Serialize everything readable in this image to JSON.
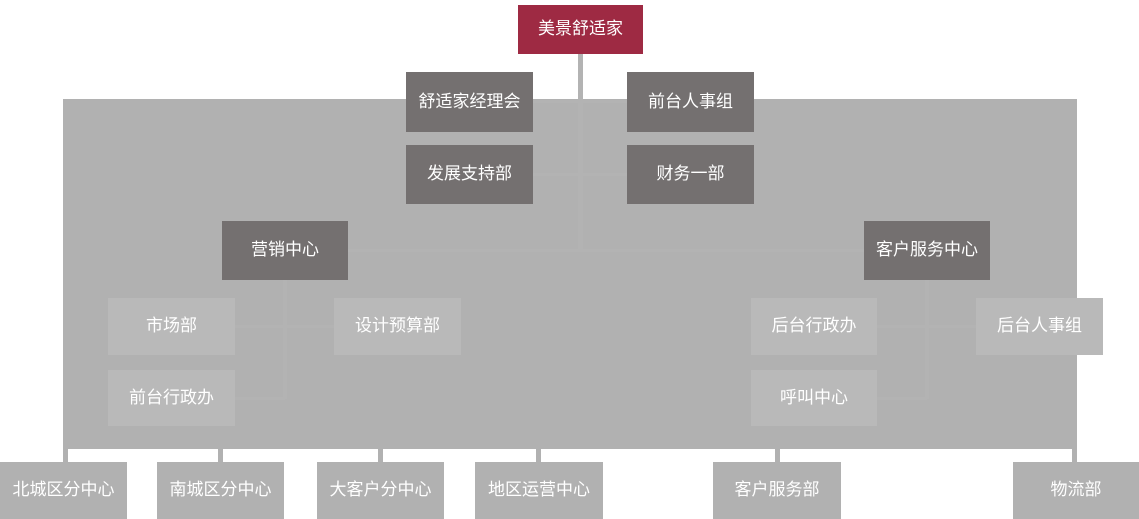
{
  "colors": {
    "page_bg": "#ffffff",
    "panel_bg": "#b1b1b1",
    "root_box": "#9e2a43",
    "dark_box": "#747070",
    "light_box": "#b9b9b9",
    "bottom_box": "#b1b1b1",
    "connector": "#b3b3b3",
    "text": "#ffffff"
  },
  "org": {
    "root": {
      "label": "美景舒适家"
    },
    "staff": [
      {
        "label": "舒适家经理会"
      },
      {
        "label": "前台人事组"
      },
      {
        "label": "发展支持部"
      },
      {
        "label": "财务一部"
      }
    ],
    "centers": [
      {
        "label": "营销中心",
        "children": [
          {
            "label": "市场部"
          },
          {
            "label": "设计预算部"
          },
          {
            "label": "前台行政办"
          }
        ]
      },
      {
        "label": "客户服务中心",
        "children": [
          {
            "label": "后台行政办"
          },
          {
            "label": "后台人事组"
          },
          {
            "label": "呼叫中心"
          }
        ]
      }
    ],
    "bottom_units": [
      {
        "label": "北城区分中心"
      },
      {
        "label": "南城区分中心"
      },
      {
        "label": "大客户分中心"
      },
      {
        "label": "地区运营中心"
      },
      {
        "label": "客户服务部"
      },
      {
        "label": "物流部"
      }
    ]
  }
}
